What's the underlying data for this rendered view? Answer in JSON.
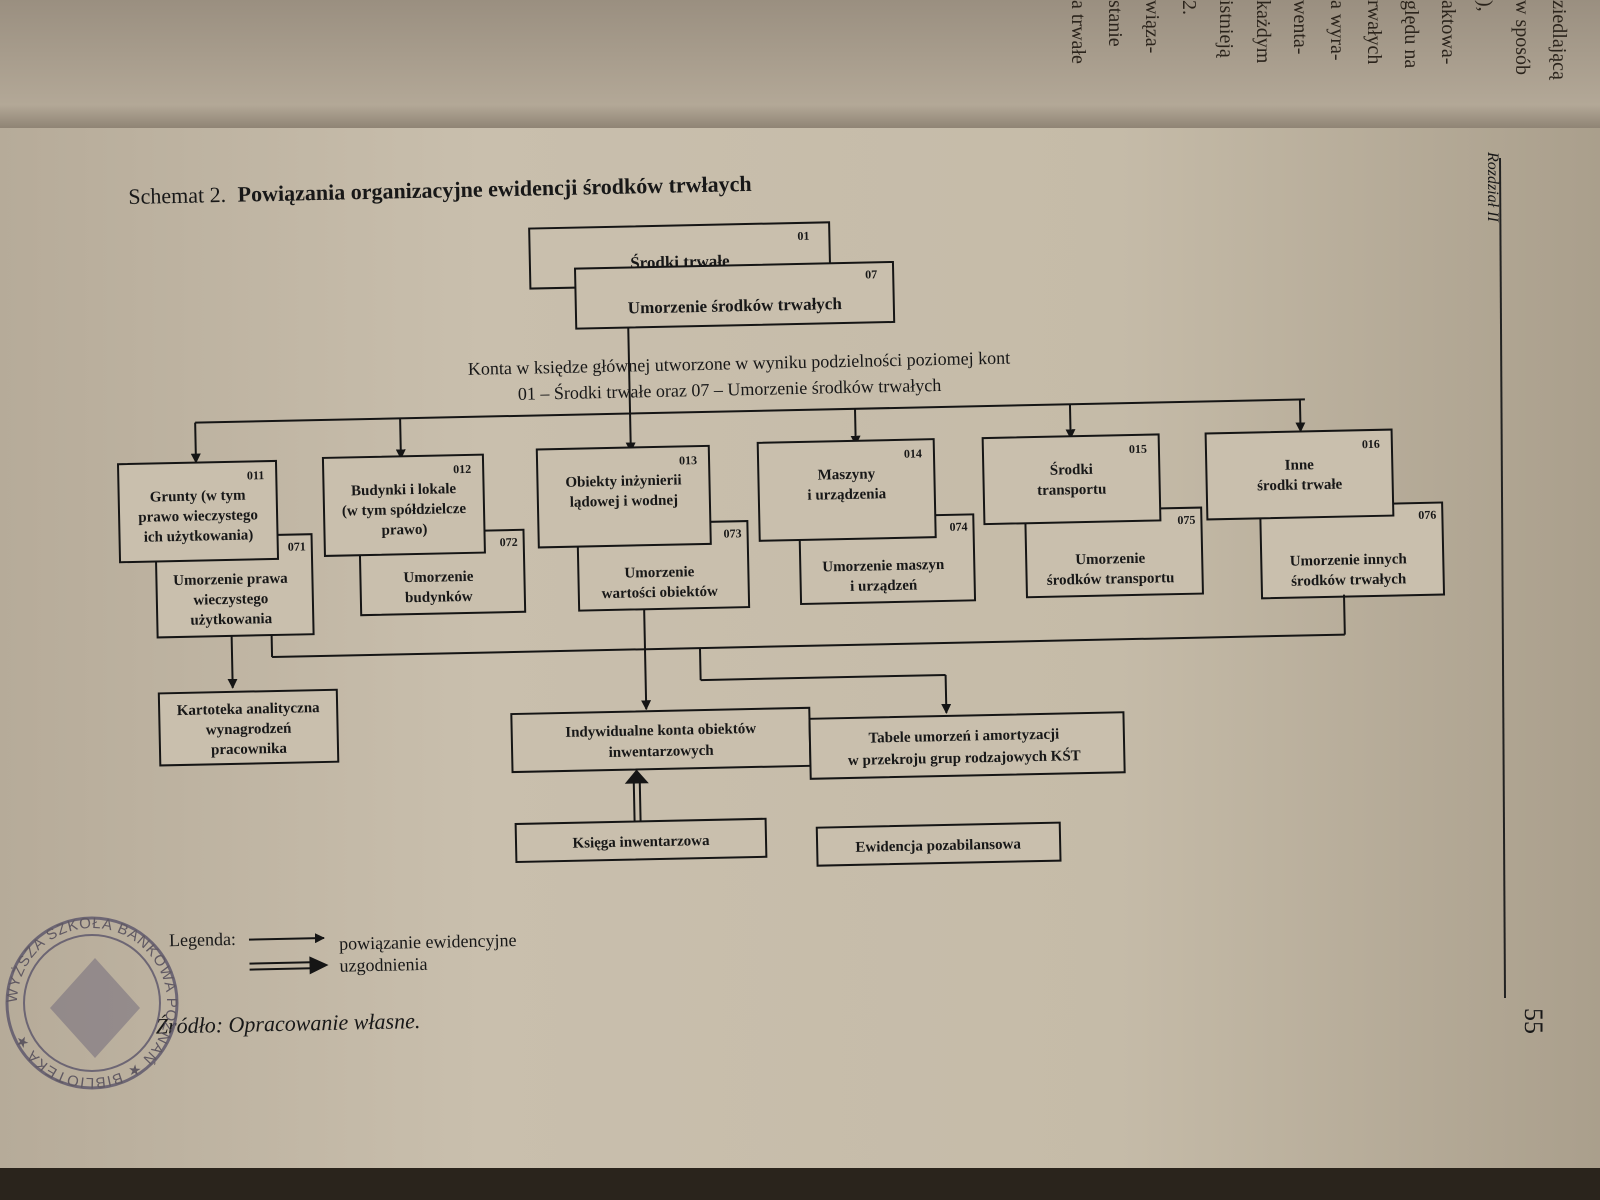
{
  "facing_page": {
    "fragments": [
      "a trwałe",
      "stanie",
      "wiąza-",
      "2.",
      "istnieją",
      "każdym",
      "wenta-",
      "a wyra-",
      "rwałych",
      "ględu na",
      "aktowa-",
      "),",
      "w sposób",
      "ziedlającą"
    ]
  },
  "title": {
    "prefix": "Schemat 2.",
    "text": "Powiązania organizacyjne ewidencji środków trwłaych"
  },
  "top": {
    "main": {
      "number": "01",
      "label": "Środki trwałe"
    },
    "amort": {
      "number": "07",
      "label": "Umorzenie środków trwałych"
    }
  },
  "note": {
    "line1": "Konta w księdze głównej utworzone w wyniku podzielności poziomej kont",
    "line2": "01 – Środki trwałe  oraz  07 – Umorzenie środków trwałych"
  },
  "groups": [
    {
      "asset_number": "011",
      "asset_lines": [
        "Grunty (w tym",
        "prawo wieczystego",
        "ich użytkowania)"
      ],
      "amort_number": "071",
      "amort_lines": [
        "Umorzenie prawa",
        "wieczystego",
        "użytkowania"
      ]
    },
    {
      "asset_number": "012",
      "asset_lines": [
        "Budynki i lokale",
        "(w tym spółdzielcze",
        "prawo)"
      ],
      "amort_number": "072",
      "amort_lines": [
        "Umorzenie",
        "budynków"
      ]
    },
    {
      "asset_number": "013",
      "asset_lines": [
        "Obiekty inżynierii",
        "lądowej i wodnej"
      ],
      "amort_number": "073",
      "amort_lines": [
        "Umorzenie",
        "wartości obiektów"
      ]
    },
    {
      "asset_number": "014",
      "asset_lines": [
        "Maszyny",
        "i urządzenia"
      ],
      "amort_number": "074",
      "amort_lines": [
        "Umorzenie maszyn",
        "i urządzeń"
      ]
    },
    {
      "asset_number": "015",
      "asset_lines": [
        "Środki",
        "transportu"
      ],
      "amort_number": "075",
      "amort_lines": [
        "Umorzenie",
        "środków transportu"
      ]
    },
    {
      "asset_number": "016",
      "asset_lines": [
        "Inne",
        "środki trwałe"
      ],
      "amort_number": "076",
      "amort_lines": [
        "Umorzenie innych",
        "środków trwałych"
      ]
    }
  ],
  "bottom": {
    "kartoteka": [
      "Kartoteka analityczna",
      "wynagrodzeń",
      "pracownika"
    ],
    "individual": [
      "Indywidualne konta obiektów",
      "inwentarzowych"
    ],
    "tables": [
      "Tabele umorzeń i amortyzacji",
      "w przekroju grup rodzajowych KŚT"
    ],
    "book": "Księga inwentarzowa",
    "offbalance": "Ewidencja pozabilansowa"
  },
  "legend": {
    "label": "Legenda:",
    "single": "powiązanie ewidencyjne",
    "double": "uzgodnienia"
  },
  "source": "Źródło: Opracowanie własne.",
  "side_header": "Rozdział II",
  "page_number": "55",
  "stamp": {
    "text": "WYŻSZA SZKOŁA BANKOWA POZNAŃ ★ BIBLIOTEKA ★"
  }
}
